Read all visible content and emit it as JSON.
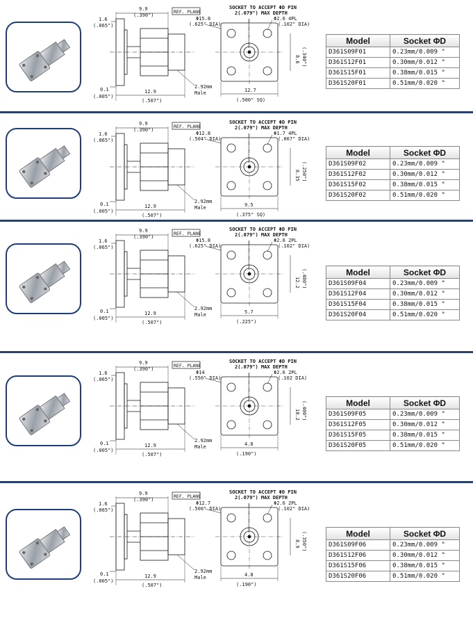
{
  "table_headers": {
    "model": "Model",
    "socket": "Socket ΦD"
  },
  "common": {
    "ref_plane": "REF. PLANE",
    "socket_line1": "SOCKET TO ACCEPT ΦD PIN",
    "socket_line2": "2(.079\") MAX DEPTH",
    "male_size": "2.92mm",
    "male": "Male",
    "dim_flange": "1.6",
    "dim_flange_in": "(.065\")",
    "dim_top": "9.9",
    "dim_top_in": "(.390\")",
    "dim_gap": "0.1",
    "dim_gap_in": "(.005\")",
    "dim_len": "12.9",
    "dim_len_in": "(.507\")"
  },
  "sections": [
    {
      "hole_label": "Φ2.6 4PL",
      "hole_label_in": "(.102\" DIA)",
      "flange_label": "Φ15.8",
      "flange_label_in": "(.625\" DIA)",
      "side_dim": "8.6",
      "side_dim_in": "(.340\")",
      "bottom_dim": "12.7",
      "bottom_dim_in": "(.500\" SQ)",
      "rows": [
        {
          "model": "D361S09F01",
          "socket": "0.23mm/0.009 \""
        },
        {
          "model": "D361S12F01",
          "socket": "0.30mm/0.012 \""
        },
        {
          "model": "D361S15F01",
          "socket": "0.38mm/0.015 \""
        },
        {
          "model": "D361S20F01",
          "socket": "0.51mm/0.020 \""
        }
      ]
    },
    {
      "hole_label": "Φ1.7 4PL",
      "hole_label_in": "(.067\" DIA)",
      "flange_label": "Φ12.8",
      "flange_label_in": "(.504\" DIA)",
      "side_dim": "6.35",
      "side_dim_in": "(.250\")",
      "bottom_dim": "9.5",
      "bottom_dim_in": "(.375\" SQ)",
      "rows": [
        {
          "model": "D361S09F02",
          "socket": "0.23mm/0.009 \""
        },
        {
          "model": "D361S12F02",
          "socket": "0.30mm/0.012 \""
        },
        {
          "model": "D361S15F02",
          "socket": "0.38mm/0.015 \""
        },
        {
          "model": "D361S20F02",
          "socket": "0.51mm/0.020 \""
        }
      ]
    },
    {
      "hole_label": "Φ2.6 2PL",
      "hole_label_in": "(.102\" DIA)",
      "flange_label": "Φ15.8",
      "flange_label_in": "(.625\" DIA)",
      "side_dim": "12.2",
      "side_dim_in": "(.480\")",
      "bottom_dim": "5.7",
      "bottom_dim_in": "(.225\")",
      "rows": [
        {
          "model": "D361S09F04",
          "socket": "0.23mm/0.009 \""
        },
        {
          "model": "D361S12F04",
          "socket": "0.30mm/0.012 \""
        },
        {
          "model": "D361S15F04",
          "socket": "0.38mm/0.015 \""
        },
        {
          "model": "D361S20F04",
          "socket": "0.51mm/0.020 \""
        }
      ]
    },
    {
      "hole_label": "Φ2.6 2PL",
      "hole_label_in": "(.102 DIA)",
      "flange_label": "Φ14",
      "flange_label_in": "(.550\" DIA)",
      "side_dim": "10.2",
      "side_dim_in": "(.400\")",
      "bottom_dim": "4.8",
      "bottom_dim_in": "(.190\")",
      "rows": [
        {
          "model": "D361S09F05",
          "socket": "0.23mm/0.009 \""
        },
        {
          "model": "D361S12F05",
          "socket": "0.30mm/0.012 \""
        },
        {
          "model": "D361S15F05",
          "socket": "0.38mm/0.015 \""
        },
        {
          "model": "D361S20F05",
          "socket": "0.51mm/0.020 \""
        }
      ]
    },
    {
      "hole_label": "Φ2.6 2PL",
      "hole_label_in": "(.102\" DIA)",
      "flange_label": "Φ12.7",
      "flange_label_in": "(.500\" DIA)",
      "side_dim": "8.9",
      "side_dim_in": "(.350\")",
      "bottom_dim": "4.8",
      "bottom_dim_in": "(.190\")",
      "rows": [
        {
          "model": "D361S09F06",
          "socket": "0.23mm/0.009 \""
        },
        {
          "model": "D361S12F06",
          "socket": "0.30mm/0.012 \""
        },
        {
          "model": "D361S15F06",
          "socket": "0.38mm/0.015 \""
        },
        {
          "model": "D361S20F06",
          "socket": "0.51mm/0.020 \""
        }
      ]
    }
  ]
}
